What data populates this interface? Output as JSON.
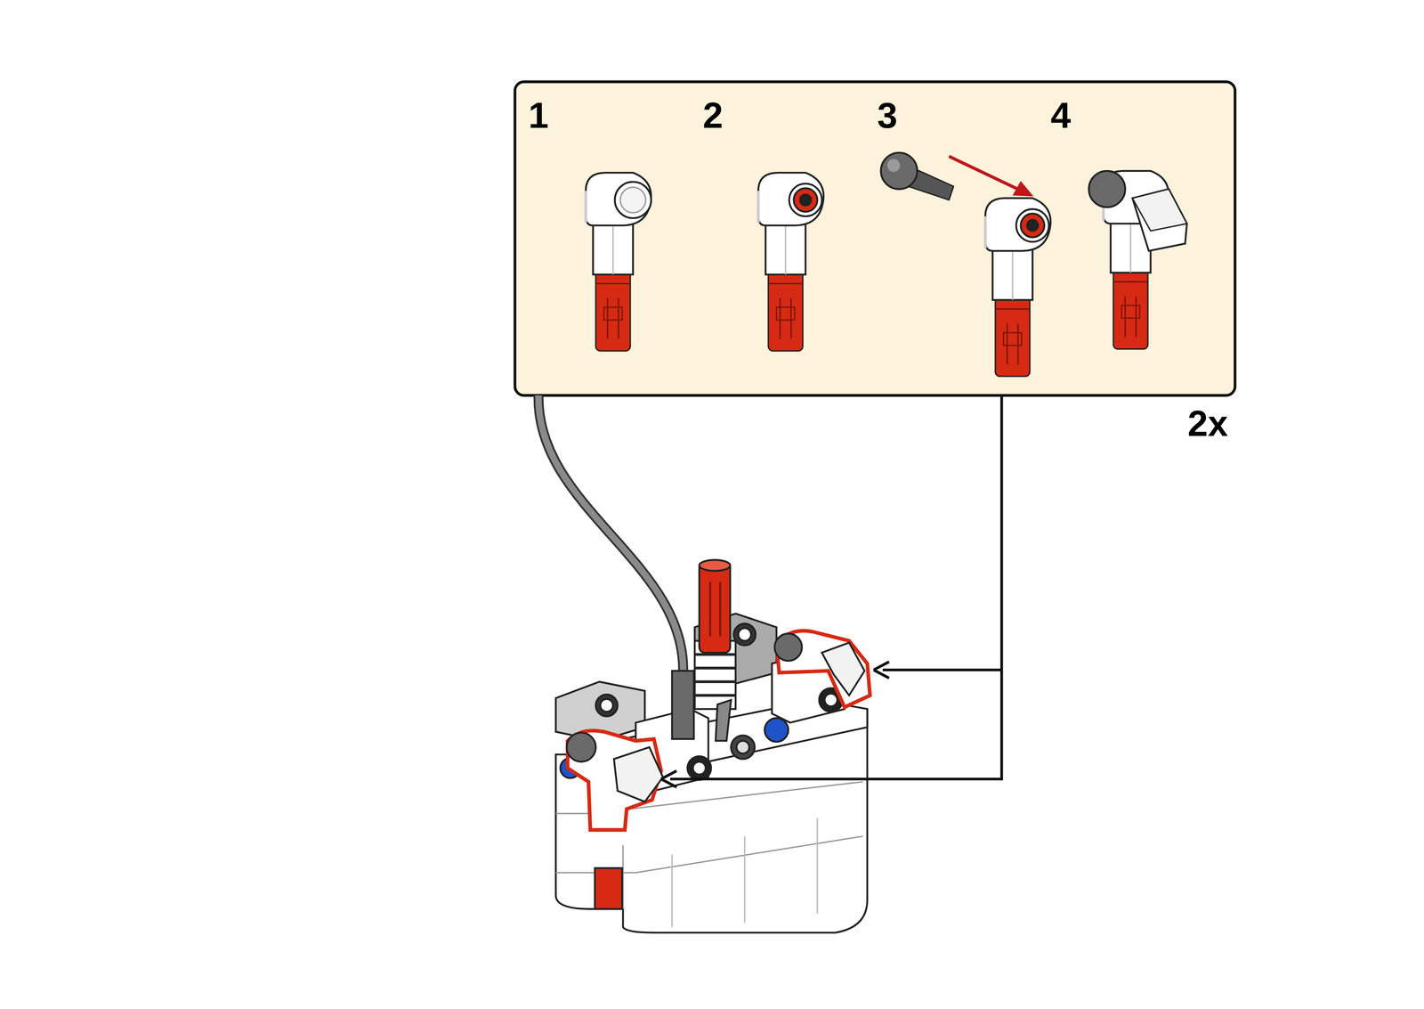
{
  "diagram": {
    "labels": [
      "1",
      "2",
      "3",
      "4",
      "2x"
    ]
  }
}
